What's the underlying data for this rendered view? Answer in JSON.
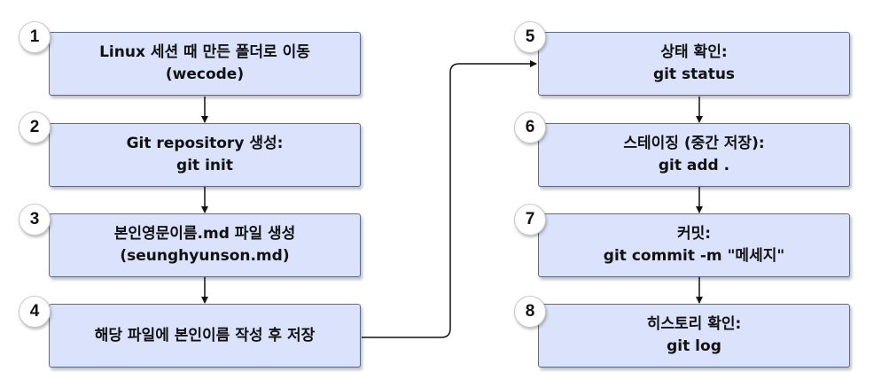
{
  "steps": [
    {
      "number": "1",
      "line1": "Linux 세션 때 만든 폴더로 이동",
      "line2": "(wecode)"
    },
    {
      "number": "2",
      "line1": "Git repository 생성:",
      "line2": "git init"
    },
    {
      "number": "3",
      "line1": "본인영문이름.md 파일 생성",
      "line2": "(seunghyunson.md)"
    },
    {
      "number": "4",
      "line1": "해당 파일에 본인이름 작성 후 저장",
      "line2": ""
    },
    {
      "number": "5",
      "line1": "상태 확인:",
      "line2": "git status"
    },
    {
      "number": "6",
      "line1": "스테이징 (중간 저장):",
      "line2": "git add ."
    },
    {
      "number": "7",
      "line1": "커밋:",
      "line2": "git commit -m \"메세지\""
    },
    {
      "number": "8",
      "line1": "히스토리 확인:",
      "line2": "git log"
    }
  ]
}
